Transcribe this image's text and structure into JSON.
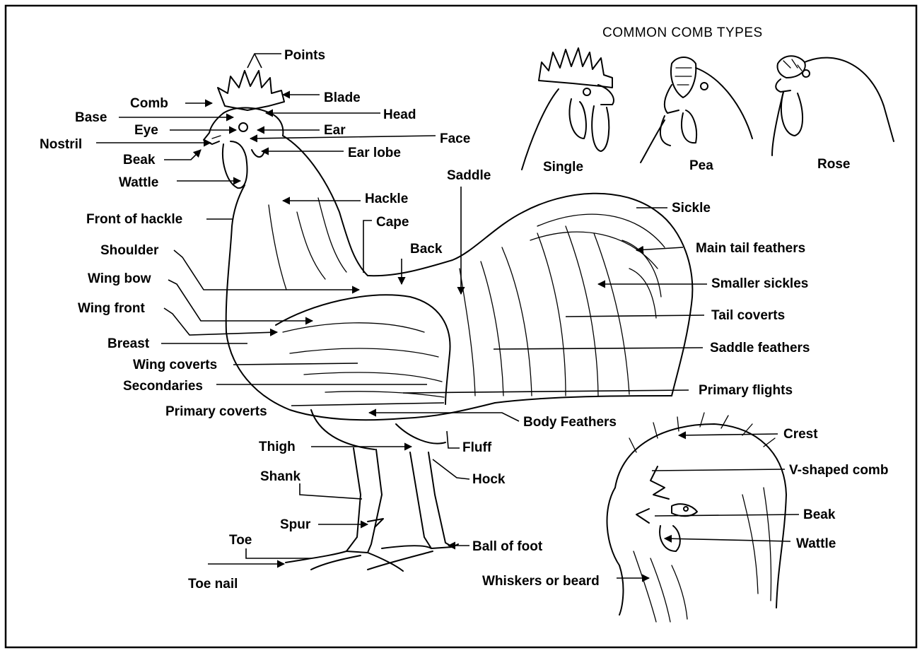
{
  "title": "COMMON COMB TYPES",
  "comb_types": [
    "Single",
    "Pea",
    "Rose"
  ],
  "rooster_labels": {
    "points": "Points",
    "comb": "Comb",
    "blade": "Blade",
    "base": "Base",
    "head": "Head",
    "eye": "Eye",
    "ear": "Ear",
    "nostril": "Nostril",
    "face": "Face",
    "beak": "Beak",
    "ear_lobe": "Ear lobe",
    "wattle": "Wattle",
    "hackle": "Hackle",
    "front_of_hackle": "Front of hackle",
    "cape": "Cape",
    "saddle": "Saddle",
    "shoulder": "Shoulder",
    "back": "Back",
    "wing_bow": "Wing bow",
    "wing_front": "Wing front",
    "breast": "Breast",
    "wing_coverts": "Wing coverts",
    "secondaries": "Secondaries",
    "primary_coverts": "Primary coverts",
    "thigh": "Thigh",
    "shank": "Shank",
    "spur": "Spur",
    "toe": "Toe",
    "toe_nail": "Toe nail",
    "sickle": "Sickle",
    "main_tail_feathers": "Main tail feathers",
    "smaller_sickles": "Smaller sickles",
    "tail_coverts": "Tail coverts",
    "saddle_feathers": "Saddle feathers",
    "primary_flights": "Primary flights",
    "body_feathers": "Body Feathers",
    "fluff": "Fluff",
    "hock": "Hock",
    "ball_of_foot": "Ball of foot"
  },
  "crested_head_labels": {
    "crest": "Crest",
    "v_shaped_comb": "V-shaped comb",
    "beak": "Beak",
    "wattle": "Wattle",
    "whiskers_or_beard": "Whiskers or beard"
  }
}
